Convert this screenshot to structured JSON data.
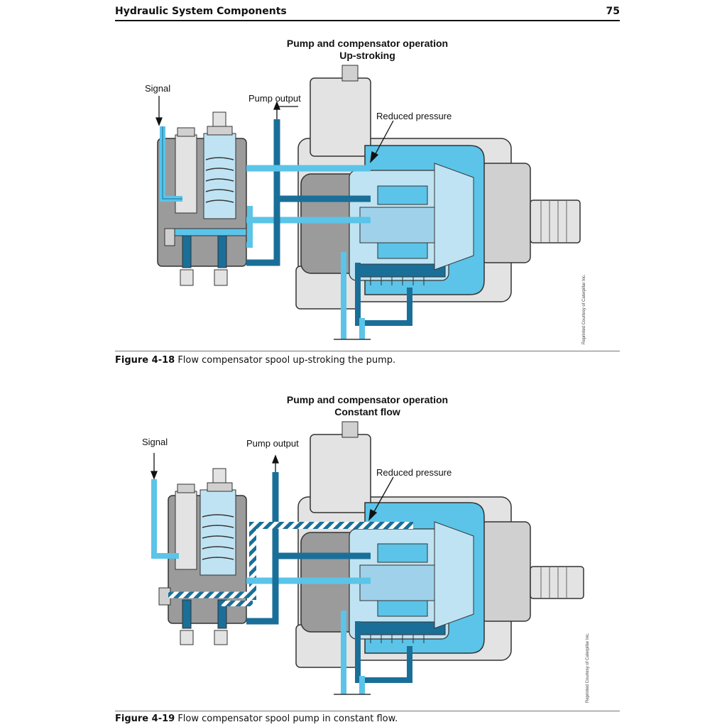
{
  "header": {
    "title": "Hydraulic System Components",
    "page_number": "75"
  },
  "figures": [
    {
      "title_line1": "Pump and compensator operation",
      "title_line2": "Up-stroking",
      "labels": {
        "signal": "Signal",
        "pump_output": "Pump output",
        "reduced_pressure": "Reduced pressure"
      },
      "caption_number": "Figure 4-18",
      "caption_text": " Flow compensator spool up-stroking the pump.",
      "credit": "Reprinted Courtesy of Caterpillar Inc."
    },
    {
      "title_line1": "Pump and compensator operation",
      "title_line2": "Constant flow",
      "labels": {
        "signal": "Signal",
        "pump_output": "Pump output",
        "reduced_pressure": "Reduced pressure"
      },
      "caption_number": "Figure 4-19",
      "caption_text": " Flow compensator spool pump in constant flow.",
      "credit": "Reprinted Courtesy of Caterpillar Inc."
    }
  ],
  "colors": {
    "light_blue": "#5bc4e8",
    "dark_blue": "#1a6f99",
    "pale_blue": "#bfe3f2",
    "gray": "#9b9b9b",
    "light_gray": "#e3e3e3"
  }
}
